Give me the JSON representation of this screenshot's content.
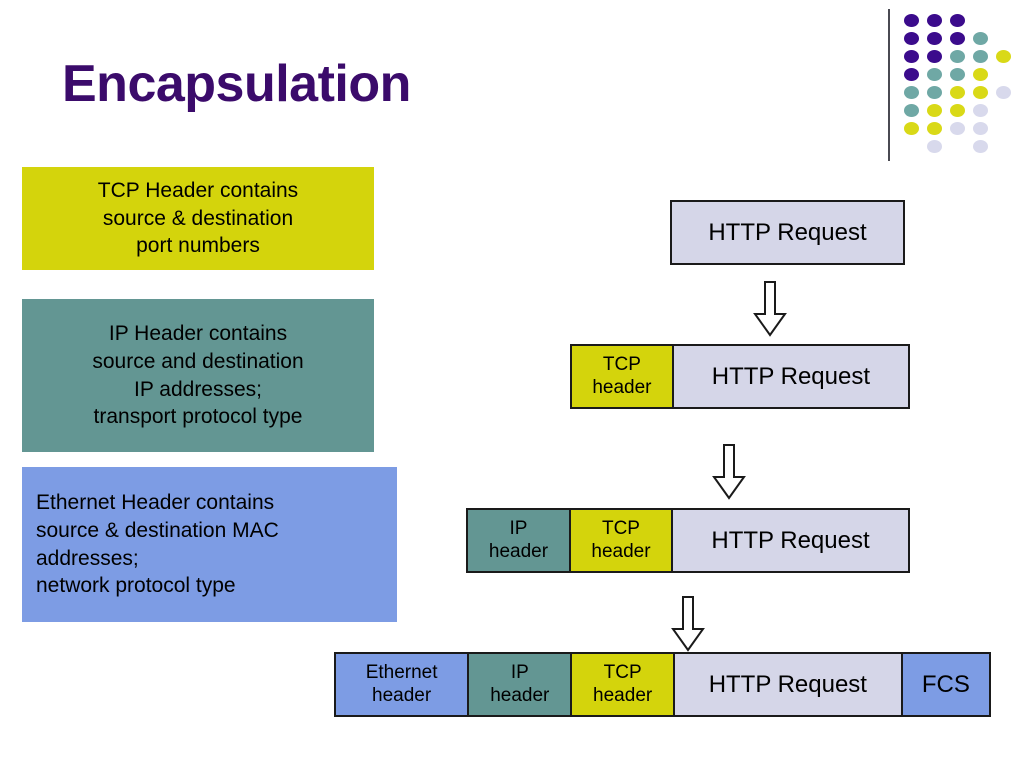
{
  "slide": {
    "title": "Encapsulation",
    "title_color": "#3B0B6B",
    "background": "#ffffff"
  },
  "logo": {
    "name": "dot-grid-logo",
    "rule_color": "#4a4a52",
    "palette": {
      "purple": "#3B0B8C",
      "teal": "#6FA8A5",
      "yellow": "#D9D917",
      "lavender": "#D8D9EC"
    },
    "dots": [
      {
        "row": 0,
        "col": 0,
        "color": "purple"
      },
      {
        "row": 0,
        "col": 1,
        "color": "purple"
      },
      {
        "row": 0,
        "col": 2,
        "color": "purple"
      },
      {
        "row": 1,
        "col": 0,
        "color": "purple"
      },
      {
        "row": 1,
        "col": 1,
        "color": "purple"
      },
      {
        "row": 1,
        "col": 2,
        "color": "purple"
      },
      {
        "row": 1,
        "col": 3,
        "color": "teal"
      },
      {
        "row": 2,
        "col": 0,
        "color": "purple"
      },
      {
        "row": 2,
        "col": 1,
        "color": "purple"
      },
      {
        "row": 2,
        "col": 2,
        "color": "teal"
      },
      {
        "row": 2,
        "col": 3,
        "color": "teal"
      },
      {
        "row": 2,
        "col": 4,
        "color": "yellow"
      },
      {
        "row": 3,
        "col": 0,
        "color": "purple"
      },
      {
        "row": 3,
        "col": 1,
        "color": "teal"
      },
      {
        "row": 3,
        "col": 2,
        "color": "teal"
      },
      {
        "row": 3,
        "col": 3,
        "color": "yellow"
      },
      {
        "row": 4,
        "col": 0,
        "color": "teal"
      },
      {
        "row": 4,
        "col": 1,
        "color": "teal"
      },
      {
        "row": 4,
        "col": 2,
        "color": "yellow"
      },
      {
        "row": 4,
        "col": 3,
        "color": "yellow"
      },
      {
        "row": 4,
        "col": 4,
        "color": "lavender"
      },
      {
        "row": 5,
        "col": 0,
        "color": "teal"
      },
      {
        "row": 5,
        "col": 1,
        "color": "yellow"
      },
      {
        "row": 5,
        "col": 2,
        "color": "yellow"
      },
      {
        "row": 5,
        "col": 3,
        "color": "lavender"
      },
      {
        "row": 6,
        "col": 0,
        "color": "yellow"
      },
      {
        "row": 6,
        "col": 1,
        "color": "yellow"
      },
      {
        "row": 6,
        "col": 2,
        "color": "lavender"
      },
      {
        "row": 6,
        "col": 3,
        "color": "lavender"
      },
      {
        "row": 7,
        "col": 1,
        "color": "lavender"
      },
      {
        "row": 7,
        "col": 3,
        "color": "lavender"
      }
    ]
  },
  "notes": {
    "tcp": {
      "background": "#D4D40C",
      "align": "center",
      "lines": [
        "TCP Header contains",
        "source & destination",
        "port numbers"
      ]
    },
    "ip": {
      "background": "#639693",
      "align": "center",
      "lines": [
        "IP Header contains",
        "source and destination",
        "IP addresses;",
        "transport protocol type"
      ]
    },
    "ethernet": {
      "background": "#7D9CE4",
      "align": "left",
      "lines": [
        "Ethernet Header contains",
        "source & destination MAC",
        "addresses;",
        "network protocol type"
      ]
    }
  },
  "diagram": {
    "name": "encapsulation-stack",
    "border_color": "#1a1a1a",
    "arrow_label": "down-arrow",
    "arrows": 3,
    "rows": [
      {
        "id": "application-layer",
        "cells": [
          {
            "label": "HTTP Request",
            "lines": [
              "HTTP Request"
            ],
            "fill": "lav",
            "kind": "pay",
            "width_pct": 100
          }
        ]
      },
      {
        "id": "transport-layer",
        "cells": [
          {
            "label": "TCP header",
            "lines": [
              "TCP",
              "header"
            ],
            "fill": "yel",
            "kind": "hdr",
            "width_pct": 30.3
          },
          {
            "label": "HTTP Request",
            "lines": [
              "HTTP Request"
            ],
            "fill": "lav",
            "kind": "pay",
            "width_pct": 69.7
          }
        ]
      },
      {
        "id": "network-layer",
        "cells": [
          {
            "label": "IP header",
            "lines": [
              "IP",
              "header"
            ],
            "fill": "teal",
            "kind": "hdr",
            "width_pct": 23.4
          },
          {
            "label": "TCP header",
            "lines": [
              "TCP",
              "header"
            ],
            "fill": "yel",
            "kind": "hdr",
            "width_pct": 23.2
          },
          {
            "label": "HTTP Request",
            "lines": [
              "HTTP Request"
            ],
            "fill": "lav",
            "kind": "pay",
            "width_pct": 53.4
          }
        ]
      },
      {
        "id": "link-layer",
        "cells": [
          {
            "label": "Ethernet header",
            "lines": [
              "Ethernet",
              "header"
            ],
            "fill": "blue",
            "kind": "hdr",
            "width_pct": 20.4
          },
          {
            "label": "IP header",
            "lines": [
              "IP",
              "header"
            ],
            "fill": "teal",
            "kind": "hdr",
            "width_pct": 15.8
          },
          {
            "label": "TCP header",
            "lines": [
              "TCP",
              "header"
            ],
            "fill": "yel",
            "kind": "hdr",
            "width_pct": 15.7
          },
          {
            "label": "HTTP Request",
            "lines": [
              "HTTP Request"
            ],
            "fill": "lav",
            "kind": "pay",
            "width_pct": 34.9
          },
          {
            "label": "FCS",
            "lines": [
              "FCS"
            ],
            "fill": "blue",
            "kind": "fcs",
            "width_pct": 13.2
          }
        ]
      }
    ]
  }
}
